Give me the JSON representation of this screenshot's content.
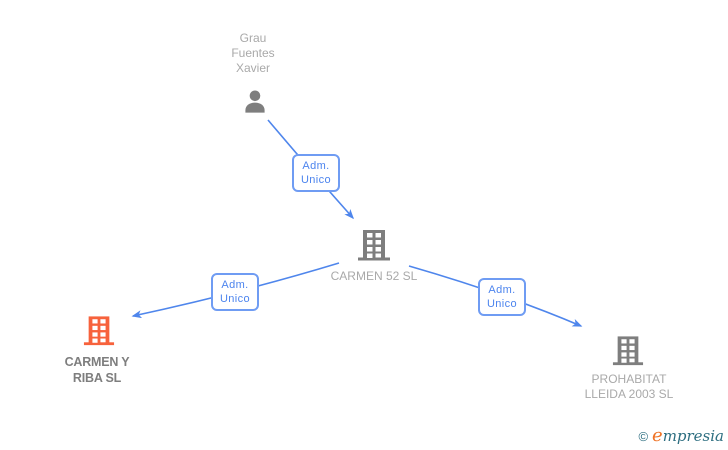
{
  "diagram": {
    "nodes": {
      "person": {
        "type": "person",
        "icon": "person-icon",
        "name_lines": [
          "Grau",
          "Fuentes",
          "Xavier"
        ]
      },
      "carmen52": {
        "type": "company",
        "icon": "building-icon",
        "label": "CARMEN 52 SL"
      },
      "carmenyriba": {
        "type": "company",
        "icon": "building-icon",
        "highlighted": true,
        "label_lines": [
          "CARMEN Y",
          "RIBA SL"
        ]
      },
      "prohabitat": {
        "type": "company",
        "icon": "building-icon",
        "label_lines": [
          "PROHABITAT",
          "LLEIDA 2003 SL"
        ]
      }
    },
    "edges": [
      {
        "from": "Grau Fuentes Xavier",
        "to": "CARMEN 52 SL",
        "label_lines": [
          "Adm.",
          "Unico"
        ]
      },
      {
        "from": "CARMEN 52 SL",
        "to": "CARMEN Y RIBA SL",
        "label_lines": [
          "Adm.",
          "Unico"
        ]
      },
      {
        "from": "CARMEN 52 SL",
        "to": "PROHABITAT LLEIDA 2003 SL",
        "label_lines": [
          "Adm.",
          "Unico"
        ]
      }
    ]
  },
  "watermark": {
    "copyright": "©",
    "brand_lead": "e",
    "brand_rest": "mpresia"
  },
  "colors": {
    "edge_blue": "#4f86ec",
    "icon_gray": "#7e7e7e",
    "highlight_orange": "#f7623c",
    "text_light": "#a9a9a9",
    "text_dark": "#7e7e7e",
    "edge_label_blue": "#4c84ee",
    "logo_teal": "#2d6e80",
    "logo_orange": "#ef7224"
  }
}
